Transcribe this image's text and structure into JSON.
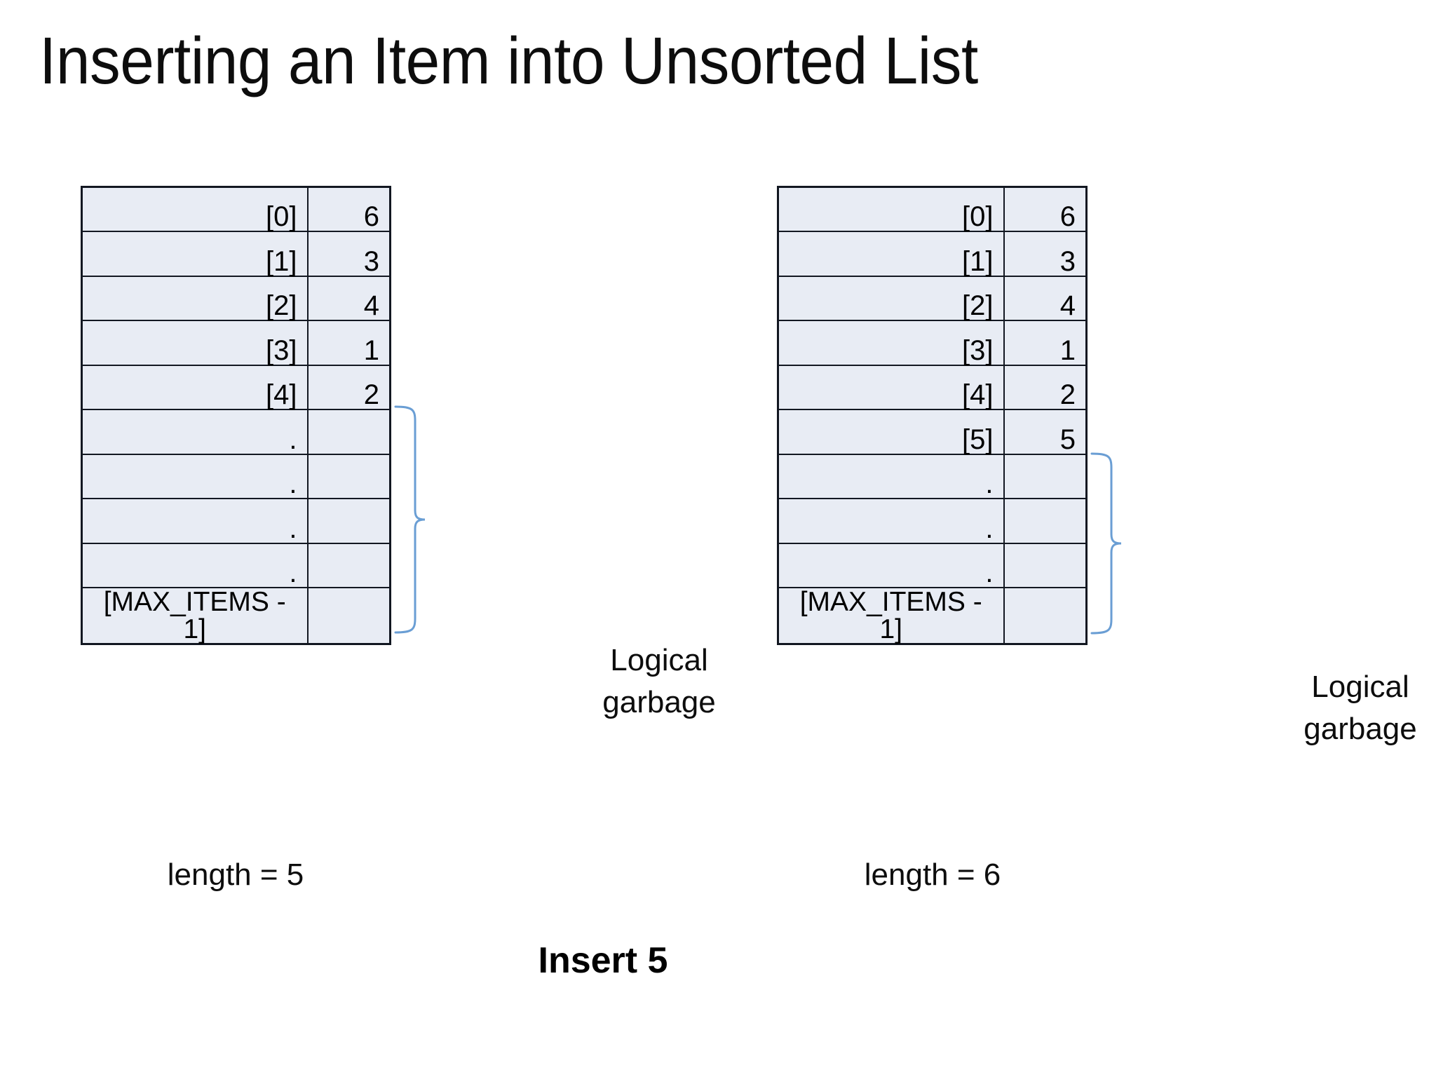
{
  "slide": {
    "title": "Inserting an Item into Unsorted List",
    "insert_caption": "Insert 5",
    "accent_brace_color": "#6a9ed4",
    "cell_fill_color": "#e8ecf4",
    "cell_border_color": "#121721"
  },
  "before": {
    "caption": "length = 5",
    "garbage_label": "Logical\ngarbage",
    "rows": [
      {
        "index": "[0]",
        "value": "6"
      },
      {
        "index": "[1]",
        "value": "3"
      },
      {
        "index": "[2]",
        "value": "4"
      },
      {
        "index": "[3]",
        "value": "1"
      },
      {
        "index": "[4]",
        "value": "2"
      },
      {
        "index": ".",
        "value": ""
      },
      {
        "index": ".",
        "value": ""
      },
      {
        "index": ".",
        "value": ""
      },
      {
        "index": ".",
        "value": ""
      },
      {
        "index": "[MAX_ITEMS - 1]",
        "value": ""
      }
    ]
  },
  "after": {
    "caption": "length = 6",
    "garbage_label": "Logical\ngarbage",
    "rows": [
      {
        "index": "[0]",
        "value": "6"
      },
      {
        "index": "[1]",
        "value": "3"
      },
      {
        "index": "[2]",
        "value": "4"
      },
      {
        "index": "[3]",
        "value": "1"
      },
      {
        "index": "[4]",
        "value": "2"
      },
      {
        "index": "[5]",
        "value": "5"
      },
      {
        "index": ".",
        "value": ""
      },
      {
        "index": ".",
        "value": ""
      },
      {
        "index": ".",
        "value": ""
      },
      {
        "index": "[MAX_ITEMS - 1]",
        "value": ""
      }
    ]
  }
}
